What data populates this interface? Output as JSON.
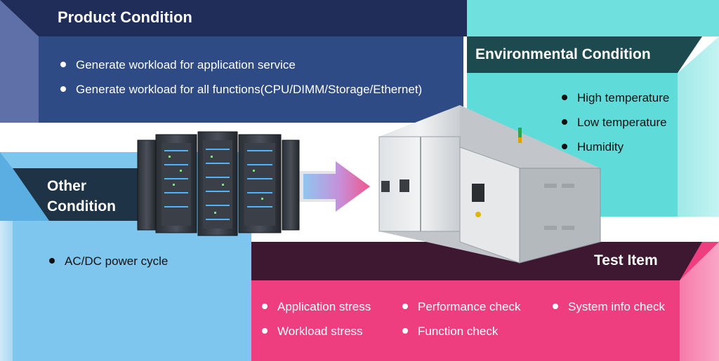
{
  "product": {
    "title": "Product Condition",
    "items": [
      "Generate workload for application service",
      "Generate workload for all functions(CPU/DIMM/Storage/Ethernet)"
    ]
  },
  "environmental": {
    "title": "Environmental Condition",
    "items": [
      "High temperature",
      "Low temperature",
      "Humidity"
    ]
  },
  "other": {
    "title_line1": "Other",
    "title_line2": "Condition",
    "items": [
      "AC/DC power cycle"
    ]
  },
  "test_item": {
    "title": "Test Item",
    "col1": [
      "Application stress",
      "Workload stress"
    ],
    "col2": [
      "Performance check",
      "Function check"
    ],
    "col3": [
      "System info check"
    ]
  },
  "colors": {
    "product_panel": "#2e4b86",
    "product_header": "#1f2d58",
    "env_panel": "#5fdcd9",
    "env_header": "#1d4a4f",
    "other_panel": "#7fc6ee",
    "other_header": "#1e3346",
    "test_panel": "#ee3e7f",
    "test_header": "#3e1730"
  }
}
